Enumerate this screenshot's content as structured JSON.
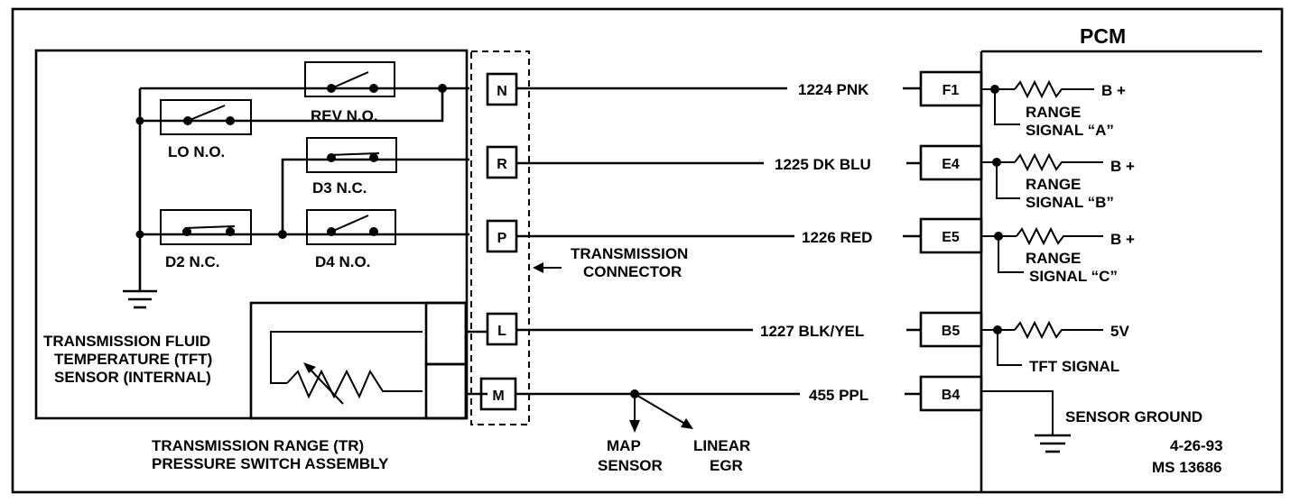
{
  "pcm": {
    "title": "PCM",
    "range_signal_a": [
      "RANGE",
      "SIGNAL “A”"
    ],
    "range_signal_b": [
      "RANGE",
      "SIGNAL “B”"
    ],
    "range_signal_c": [
      "RANGE",
      "SIGNAL “C”"
    ],
    "b_plus": "B +",
    "v5": "5V",
    "tft_signal": "TFT SIGNAL",
    "sensor_ground": "SENSOR GROUND"
  },
  "pcm_pins": [
    "F1",
    "E4",
    "E5",
    "B5",
    "B4"
  ],
  "wires": [
    "1224 PNK",
    "1225 DK BLU",
    "1226 RED",
    "1227 BLK/YEL",
    "455 PPL"
  ],
  "connector": {
    "pins": [
      "N",
      "R",
      "P",
      "L",
      "M"
    ],
    "label": [
      "TRANSMISSION",
      "CONNECTOR"
    ]
  },
  "switches": {
    "rev": "REV N.O.",
    "lo": "LO N.O.",
    "d3": "D3 N.C.",
    "d2": "D2 N.C.",
    "d4": "D4 N.O."
  },
  "tft_sensor": [
    "TRANSMISSION FLUID",
    "TEMPERATURE (TFT)",
    "SENSOR (INTERNAL)"
  ],
  "assembly": [
    "TRANSMISSION RANGE (TR)",
    "PRESSURE SWITCH ASSEMBLY"
  ],
  "map_sensor": [
    "MAP",
    "SENSOR"
  ],
  "linear_egr": [
    "LINEAR",
    "EGR"
  ],
  "footer": {
    "date": "4-26-93",
    "code": "MS 13686"
  }
}
